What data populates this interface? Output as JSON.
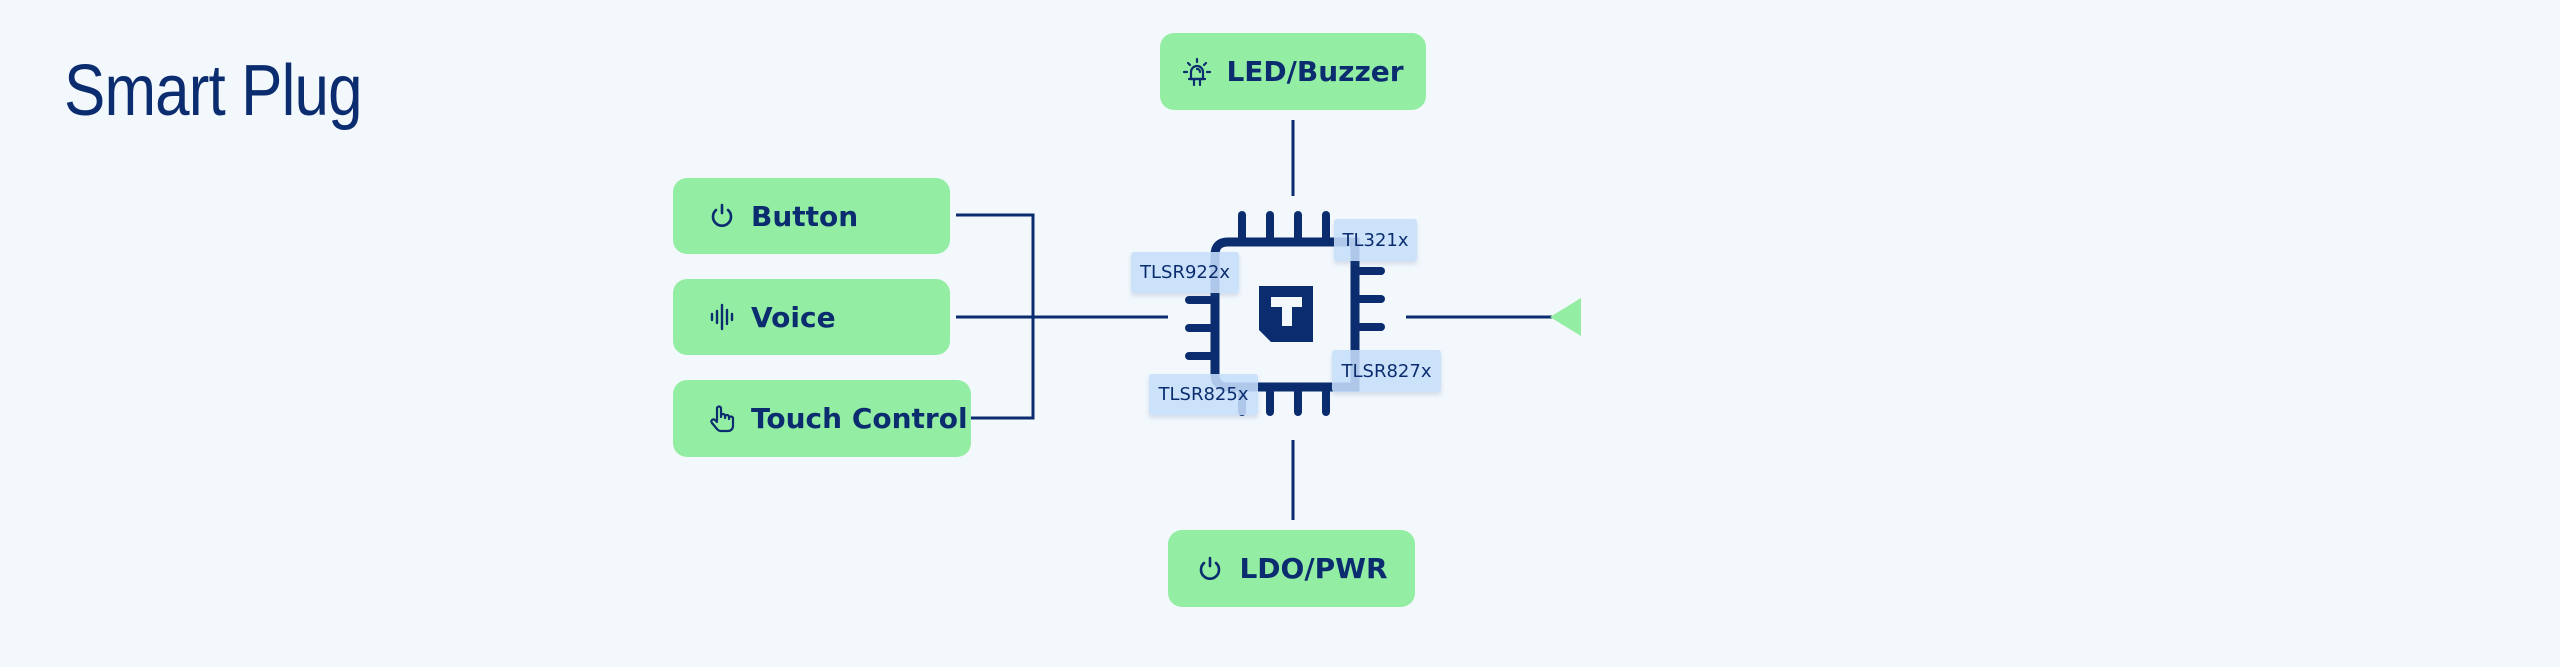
{
  "title": "Smart Plug",
  "colors": {
    "node_fill": "#93eea3",
    "ink": "#0b2d6f",
    "chip_label_fill": "#c6defa",
    "background": "#f3f8fd"
  },
  "inputs": [
    {
      "label": "Button",
      "icon": "power-icon"
    },
    {
      "label": "Voice",
      "icon": "sound-wave-icon"
    },
    {
      "label": "Touch Control",
      "icon": "hand-pointer-icon"
    }
  ],
  "top_node": {
    "label": "LED/Buzzer",
    "icon": "led-light-icon"
  },
  "bottom_node": {
    "label": "LDO/PWR",
    "icon": "power-icon"
  },
  "chip": {
    "logo": "telink-t-logo",
    "labels": {
      "top_left": "TLSR922x",
      "top_right": "TL321x",
      "bottom_left": "TLSR825x",
      "bottom_right": "TLSR827x"
    }
  },
  "output": {
    "icon": "triangle-arrow-icon"
  }
}
